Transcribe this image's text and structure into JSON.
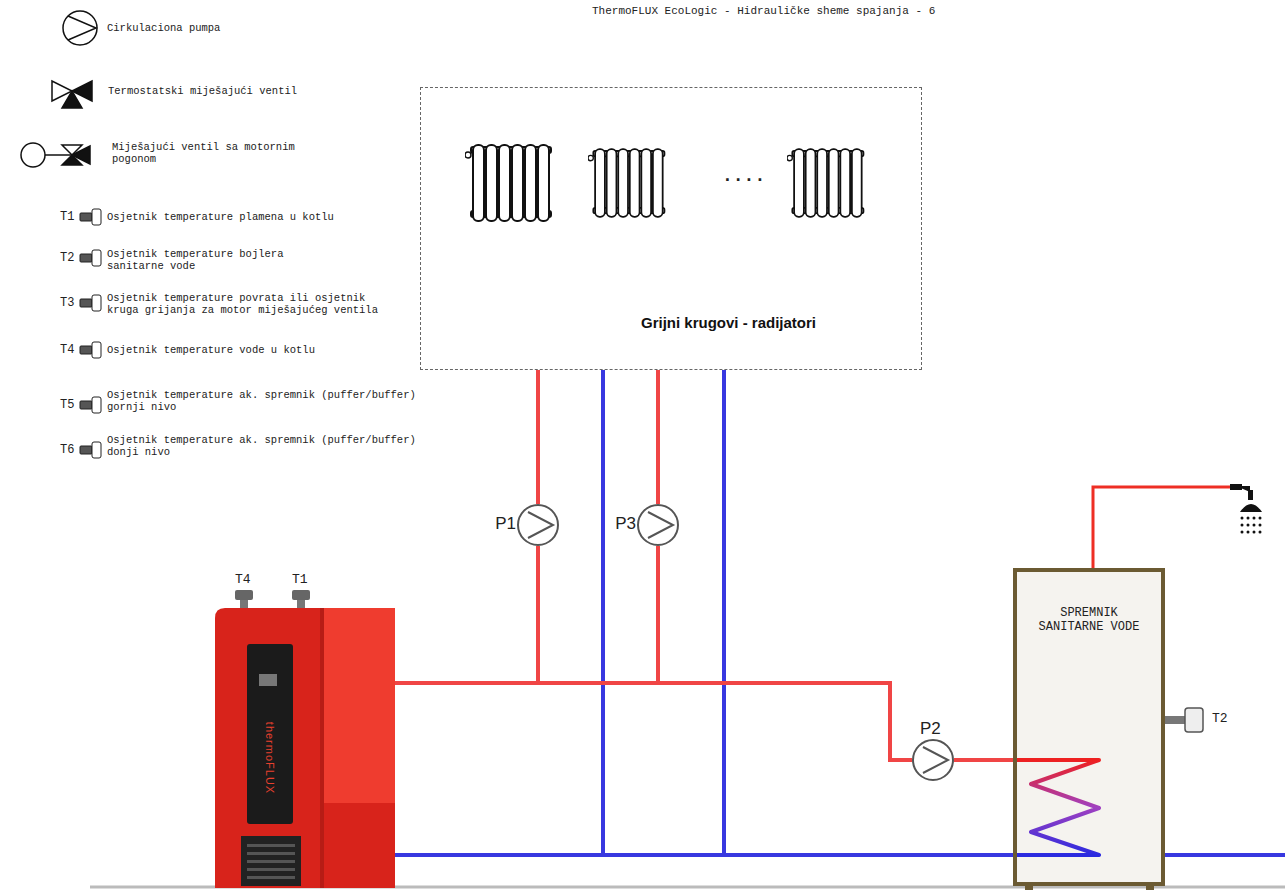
{
  "diagram": {
    "title": "ThermoFLUX EcoLogic - Hidrauličke sheme spajanja - 6",
    "nodes": [
      {
        "text": [
          "Grijni krugovi - radijatori"
        ]
      },
      {
        "text": [
          "P1"
        ]
      },
      {
        "text": [
          "P3"
        ]
      },
      {
        "text": [
          "thermoFLUX"
        ]
      },
      {
        "text": [
          "P2"
        ]
      },
      {
        "text": [
          "SPREMNIK SANITARNE VODE"
        ]
      }
    ],
    "edges": [
      {
        "from": 3,
        "to": 1,
        "arrow": "none"
      },
      {
        "from": 1,
        "to": 0,
        "arrow": "none"
      },
      {
        "from": 3,
        "to": 2,
        "arrow": "none"
      },
      {
        "from": 2,
        "to": 0,
        "arrow": "none"
      },
      {
        "from": 3,
        "to": 4,
        "arrow": "none"
      },
      {
        "from": 4,
        "to": 5,
        "arrow": "none"
      },
      {
        "from": 0,
        "to": 3,
        "arrow": "none"
      },
      {
        "from": 0,
        "to": 3,
        "arrow": "none"
      },
      {
        "from": 5,
        "to": 3,
        "arrow": "none"
      }
    ],
    "labels": [
      "T1",
      "T2",
      "T3",
      "T4",
      "T5",
      "T6",
      "....",
      "T4",
      "T1",
      "T2"
    ],
    "legend": [
      {
        "text": "Cirkulaciona pumpa"
      },
      {
        "text": "Termostatski miješajući ventil"
      },
      {
        "text": "Miješajući ventil sa motornim pogonom"
      },
      {
        "text": "Osjetnik temperature plamena u kotlu"
      },
      {
        "text": "Osjetnik temperature bojlera sanitarne vode"
      },
      {
        "text": "Osjetnik temperature povrata ili osjetnik kruga grijanja za motor miješajućeg ventila"
      },
      {
        "text": "Osjetnik temperature vode u kotlu"
      },
      {
        "text": "Osjetnik temperature ak. spremnik (puffer/buffer) gornji nivo"
      },
      {
        "text": "Osjetnik temperature ak. spremnik (puffer/buffer) donji nivo"
      }
    ]
  }
}
